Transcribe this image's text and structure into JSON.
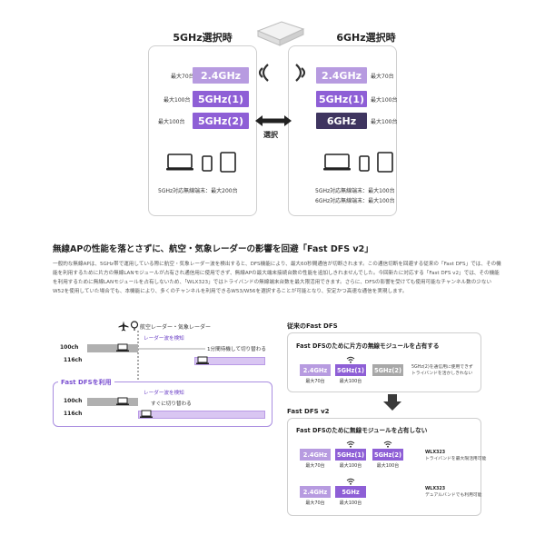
{
  "top": {
    "left_title": "5GHz選択時",
    "right_title": "6GHz選択時",
    "left_rows": [
      {
        "cap": "最大70台",
        "band": "2.4GHz"
      },
      {
        "cap": "最大100台",
        "band": "5GHz(1)"
      },
      {
        "cap": "最大100台",
        "band": "5GHz(2)"
      }
    ],
    "right_rows": [
      {
        "cap": "最大70台",
        "band": "2.4GHz"
      },
      {
        "cap": "最大100台",
        "band": "5GHz(1)"
      },
      {
        "cap": "最大100台",
        "band": "6GHz"
      }
    ],
    "select_label": "選択",
    "left_device_caption": "5GHz対応無線端末：最大200台",
    "right_device_caption_1": "5GHz対応無線端末：最大100台",
    "right_device_caption_2": "6GHz対応無線端末：最大100台"
  },
  "section": {
    "heading": "無線APの性能を落とさずに、航空・気象レーダーの影響を回避「Fast DFS v2」",
    "paragraph": "一般的な無線APは、5GHz帯で運用している際に航空・気象レーダー波を検出すると、DFS機能により、最大60秒間通信が切断されます。この通信切断を回避する従来の「Fast DFS」では、その機能を利用するために片方の無線LANモジュールが占有され通信用に使用できず、無線APの最大端末接続台数の性能を追加しきれませんでした。今回新たに対応する「Fast DFS v2」では、その機能を利用するために無線LANモジュールを占有しないため、「WLX323」ではトライバンドの無線端末台数を最大限活用できます。さらに、DFSの影響を受けても使用可能なチャンネル数の少ないW52を使用していた場合でも、本機能により、多くのチャンネルを利用できるW53/W56を選択することが可能となり、安定かつ高速な通信を実現します。"
  },
  "timeline": {
    "radar_label": "航空レーダー・気象レーダー",
    "ch100": "100ch",
    "ch116": "116ch",
    "detect_1": "レーダー波を検知",
    "wait_note": "1分間待機して切り替わる",
    "dfs_tag": "Fast DFSを利用",
    "ch100_b": "100ch",
    "ch116_b": "116ch",
    "detect_2": "レーダー波を検知",
    "switch_note": "すぐに切り替わる"
  },
  "compare": {
    "old_head": "従来のFast DFS",
    "old_title": "Fast DFSのために片方の無線モジュールを占有する",
    "old_bands": [
      {
        "band": "2.4GHz",
        "cap": "最大70台"
      },
      {
        "band": "5GHz(1)",
        "cap": "最大100台"
      },
      {
        "band": "5GHz(2)",
        "cap": ""
      }
    ],
    "old_note_1": "5GHz(2)を通信用に使用できず",
    "old_note_2": "トライバンドを活かしきれない",
    "new_head": "Fast DFS v2",
    "new_title": "Fast DFSのために無線モジュールを占有しない",
    "new_bands_1": [
      {
        "band": "2.4GHz",
        "cap": "最大70台"
      },
      {
        "band": "5GHz(1)",
        "cap": "最大100台"
      },
      {
        "band": "5GHz(2)",
        "cap": "最大100台"
      }
    ],
    "new_note_a_1": "WLX323",
    "new_note_a_2": "トライバンドを最大限活用可能",
    "new_bands_2": [
      {
        "band": "2.4GHz",
        "cap": "最大70台"
      },
      {
        "band": "5GHz",
        "cap": "最大100台"
      }
    ],
    "new_note_b_1": "WLX323",
    "new_note_b_2": "デュアルバンドでも利用可能"
  },
  "colors": {
    "light_purple": "#b79be0",
    "mid_purple": "#8e5fd6",
    "dark_purple": "#3f3560",
    "gray": "#a8a8a8"
  }
}
